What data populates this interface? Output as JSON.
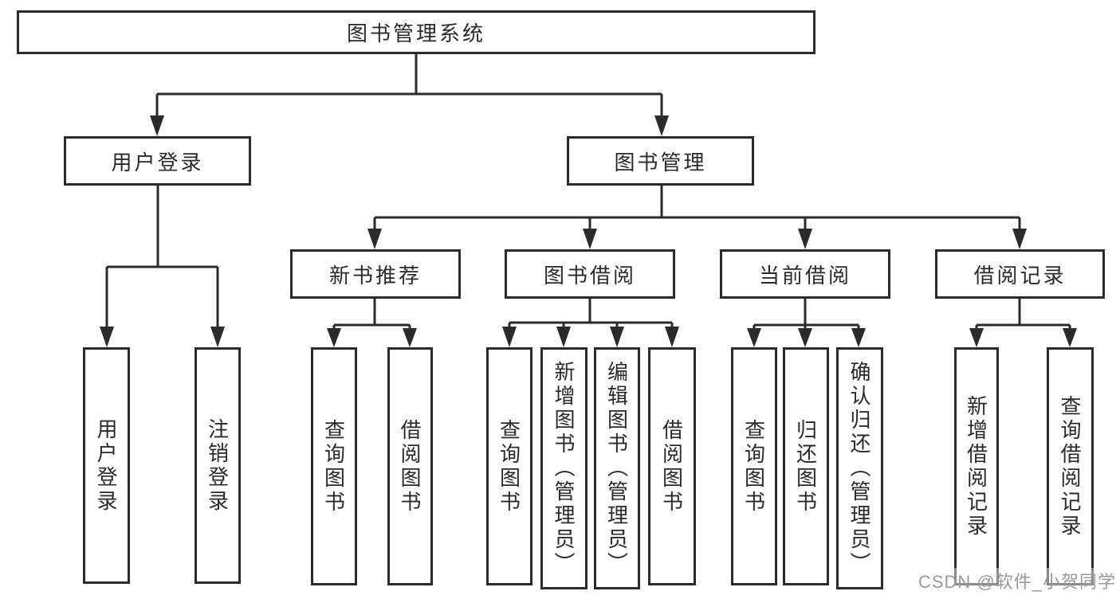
{
  "diagram": {
    "root": {
      "label": "图书管理系统"
    },
    "children": [
      {
        "label": "用户登录",
        "children": [
          {
            "label": "用户登录"
          },
          {
            "label": "注销登录"
          }
        ]
      },
      {
        "label": "图书管理",
        "children": [
          {
            "label": "新书推荐",
            "children": [
              {
                "label": "查询图书"
              },
              {
                "label": "借阅图书"
              }
            ]
          },
          {
            "label": "图书借阅",
            "children": [
              {
                "label": "查询图书"
              },
              {
                "label": "新增图书（管理员）"
              },
              {
                "label": "编辑图书（管理员）"
              },
              {
                "label": "借阅图书"
              }
            ]
          },
          {
            "label": "当前借阅",
            "children": [
              {
                "label": "查询图书"
              },
              {
                "label": "归还图书"
              },
              {
                "label": "确认归还（管理员）"
              }
            ]
          },
          {
            "label": "借阅记录",
            "children": [
              {
                "label": "新增借阅记录"
              },
              {
                "label": "查询借阅记录"
              }
            ]
          }
        ]
      }
    ]
  },
  "watermark": {
    "text": "CSDN @软件_小贺同学"
  },
  "colors": {
    "line": "#2b2b2b",
    "box_border": "#2b2b2b",
    "text": "#2a2a2a",
    "watermark": "#9a9a9a",
    "background": "#ffffff"
  }
}
